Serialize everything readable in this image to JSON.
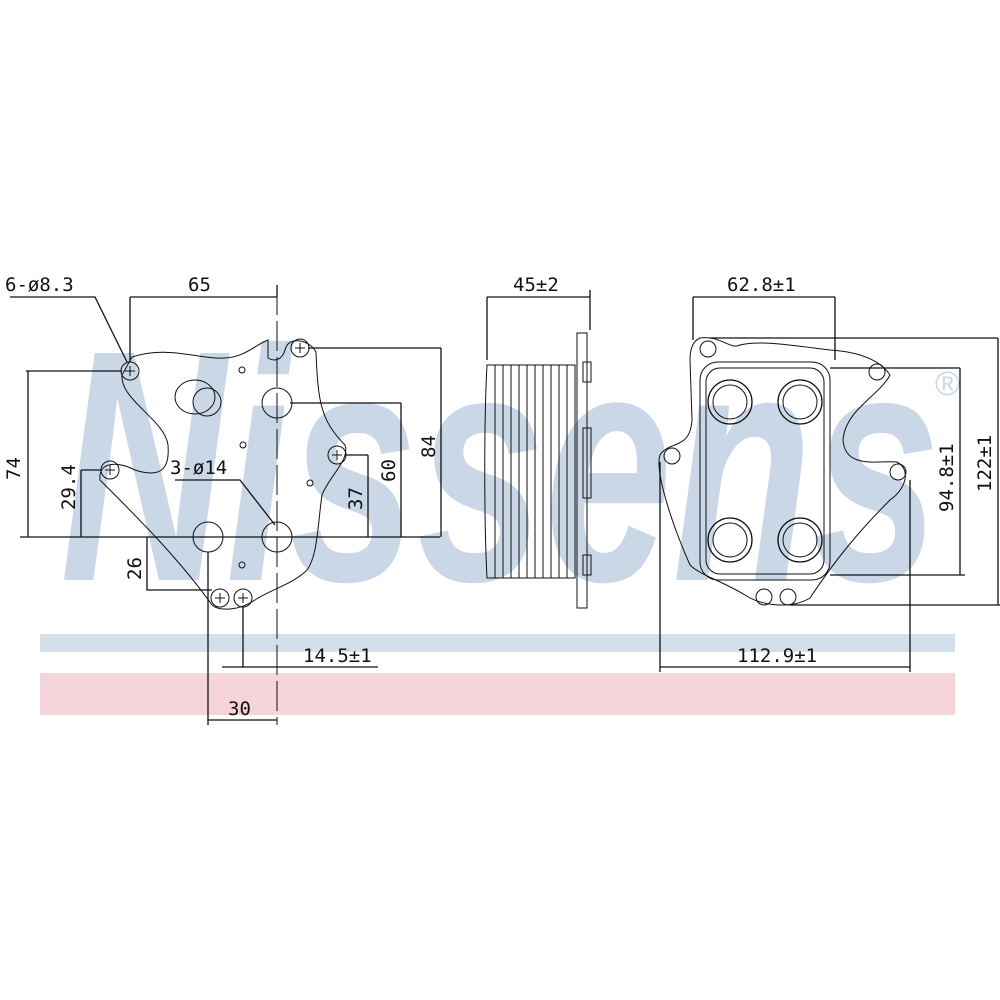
{
  "watermark": {
    "brand": "Nissens",
    "registered": "®",
    "colors": {
      "logo": "#c9d7e7",
      "band_blue": "#d3dfea",
      "band_pink": "#f5d4dc"
    }
  },
  "front_view": {
    "bolt_holes": "6-ø8.3",
    "port_holes": "3-ø14",
    "dims": {
      "width_65": "65",
      "h_74": "74",
      "h_29_4": "29.4",
      "h_26": "26",
      "h_37": "37",
      "h_60": "60",
      "h_84": "84",
      "offset": "14.5±1",
      "spacing": "30"
    }
  },
  "side_view": {
    "thickness": "45±2"
  },
  "rear_view": {
    "width": "62.8±1",
    "height_inner": "94.8±1",
    "height_total": "122±1",
    "length_total": "112.9±1"
  }
}
